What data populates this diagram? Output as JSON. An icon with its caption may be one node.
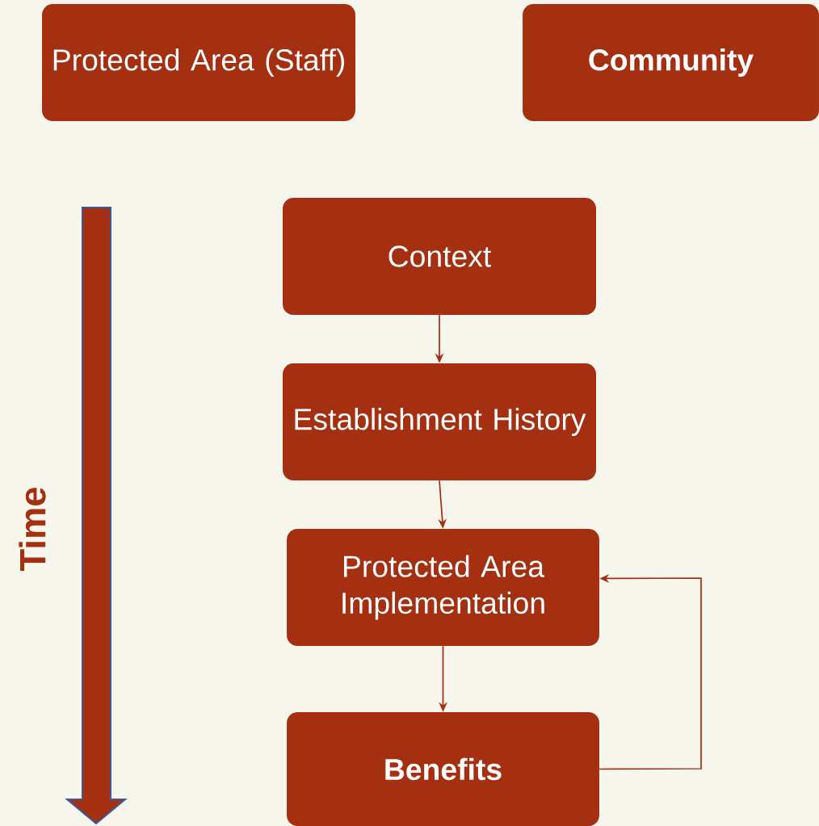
{
  "diagram": {
    "nodes": [
      {
        "text": [
          "Protected Area (Staff)"
        ]
      },
      {
        "text": [
          "Community"
        ]
      },
      {
        "text": [
          "Context"
        ]
      },
      {
        "text": [
          "Establishment History"
        ]
      },
      {
        "text": [
          "Protected Area Implementation"
        ]
      },
      {
        "text": [
          "Benefits"
        ]
      }
    ],
    "edges": [
      {
        "from": 2,
        "to": 3,
        "arrow": "to"
      },
      {
        "from": 3,
        "to": 4,
        "arrow": "to"
      },
      {
        "from": 4,
        "to": 5,
        "arrow": "to"
      },
      {
        "from": 5,
        "to": 4,
        "arrow": "to"
      }
    ],
    "labels": [
      "Time"
    ]
  }
}
